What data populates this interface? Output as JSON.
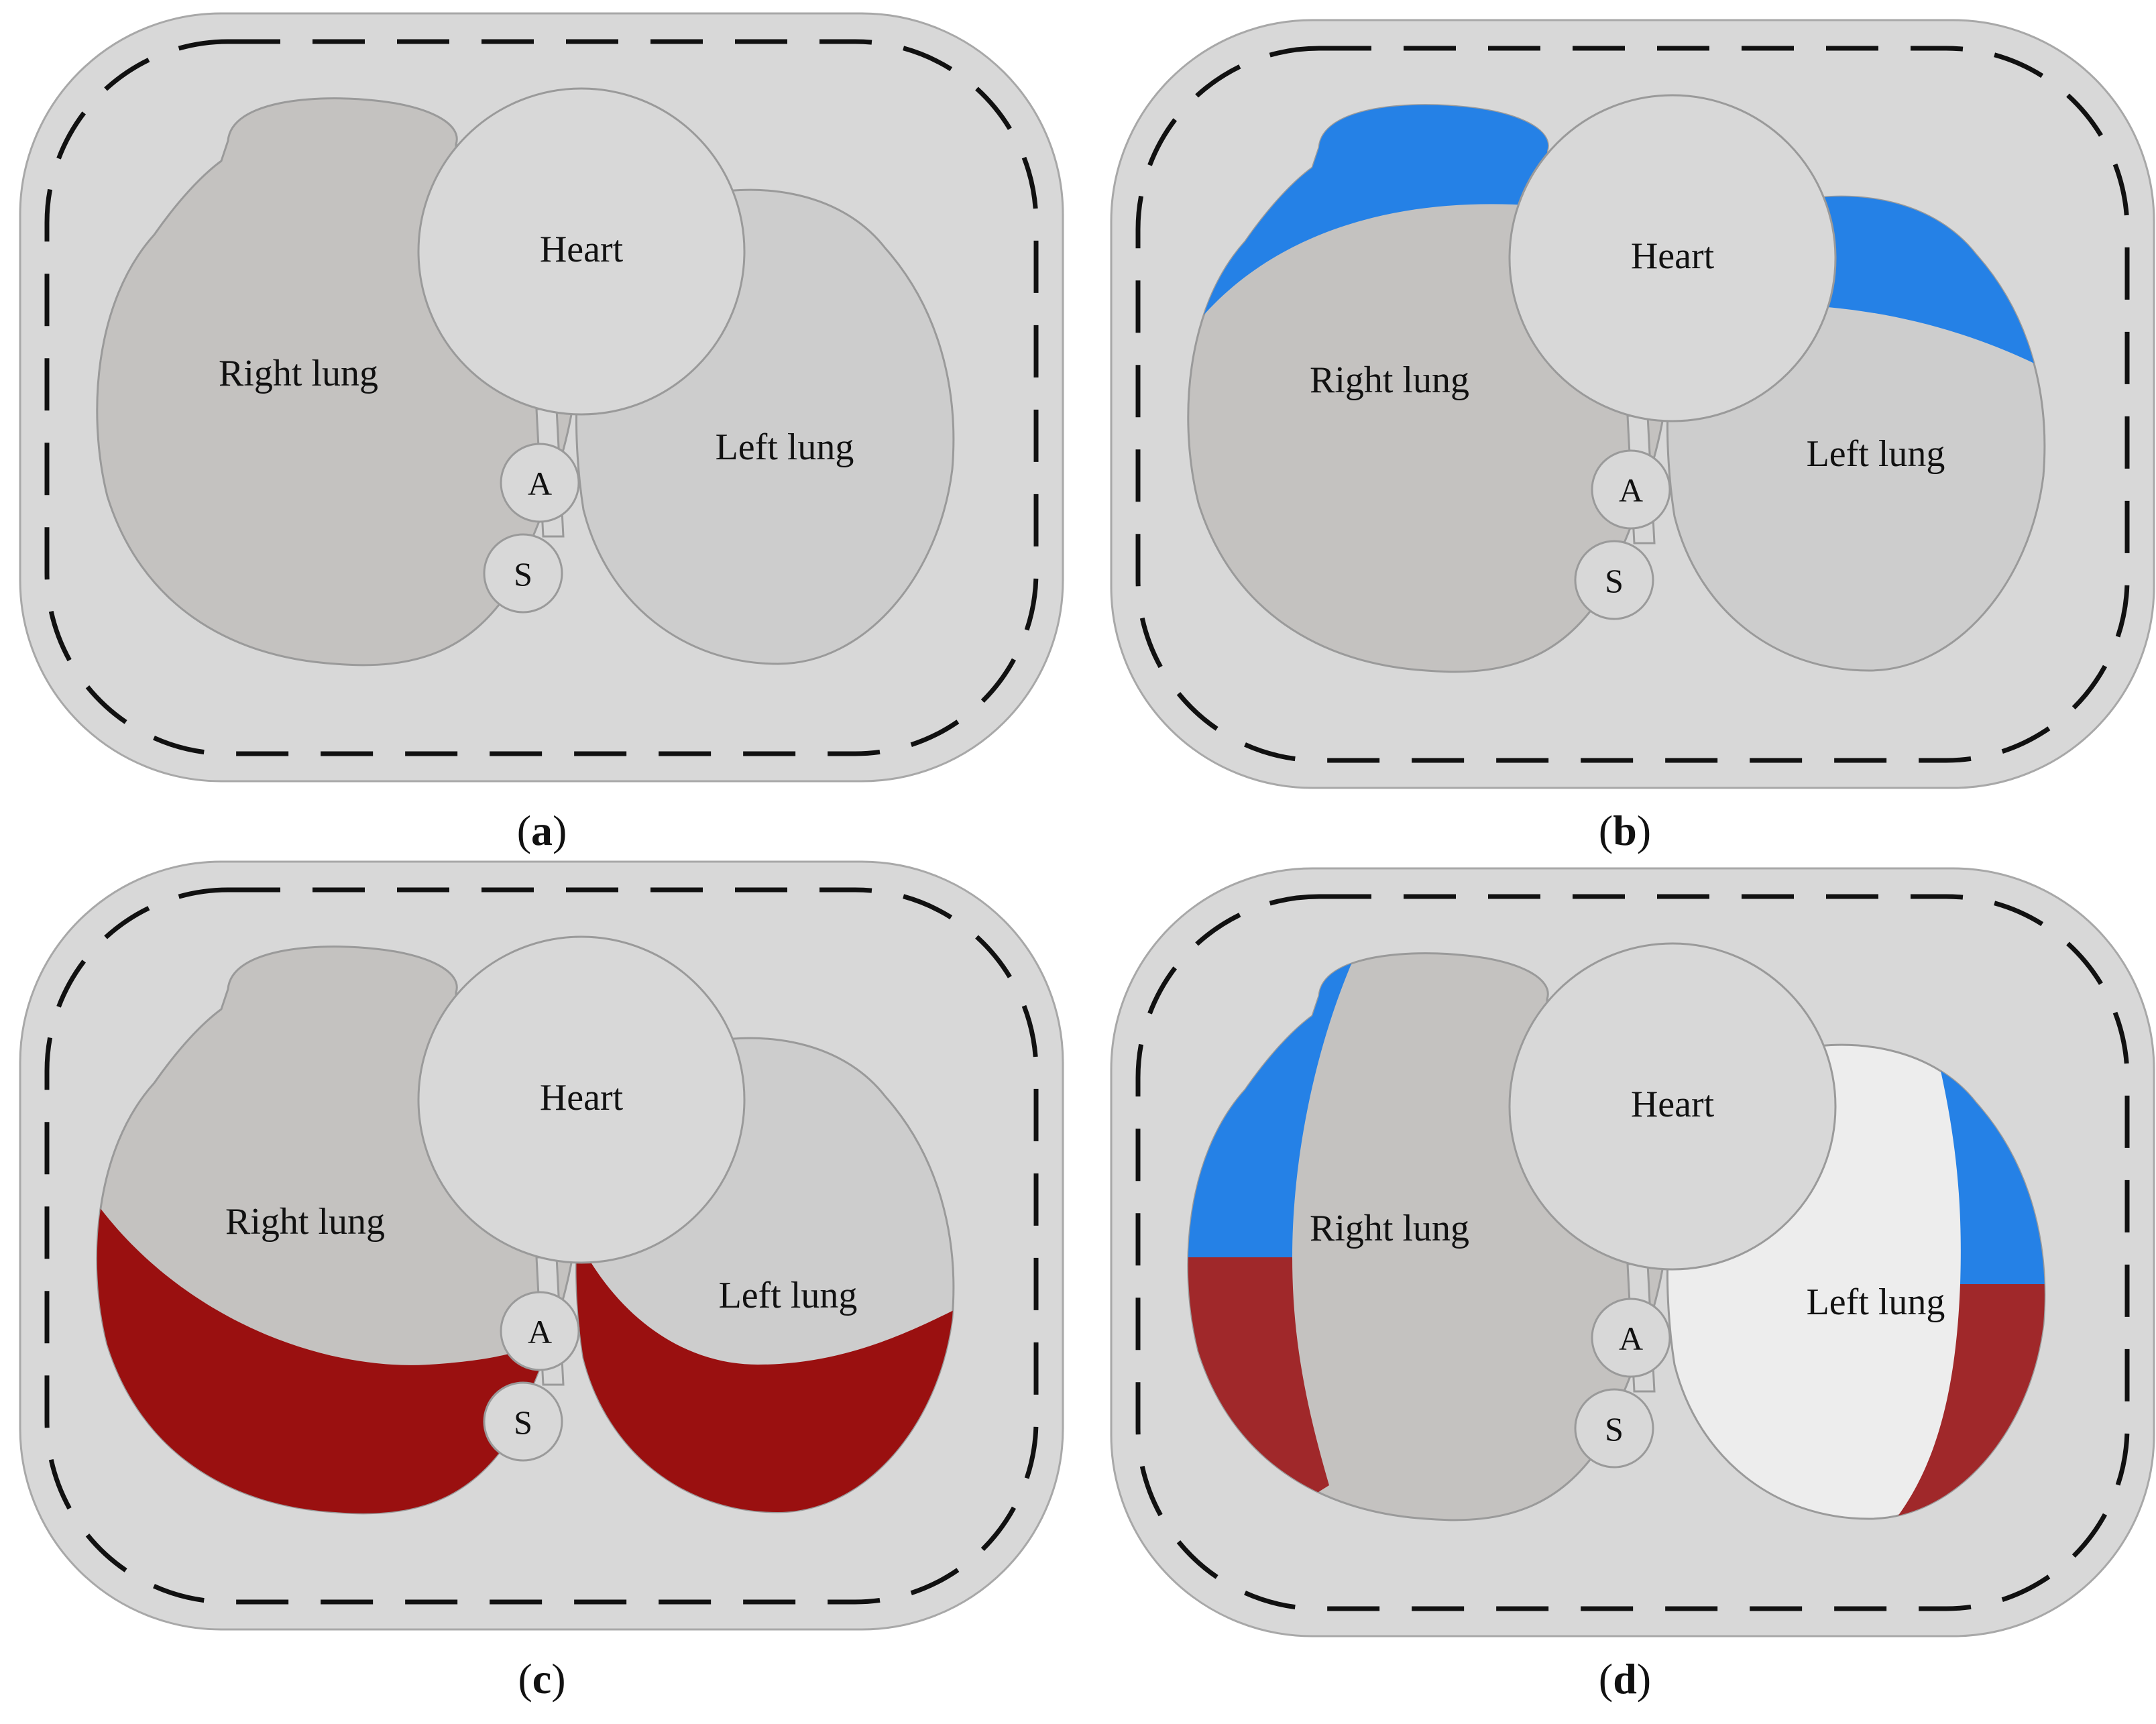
{
  "labels": {
    "heart": "Heart",
    "right_lung": "Right lung",
    "left_lung": "Left lung",
    "aorta": "A",
    "spine": "S"
  },
  "panels": [
    {
      "id": "a",
      "letter": "a"
    },
    {
      "id": "b",
      "letter": "b"
    },
    {
      "id": "c",
      "letter": "c"
    },
    {
      "id": "d",
      "letter": "d"
    }
  ],
  "colors": {
    "air": "#2581e6",
    "fluid_c": "#9a1010",
    "fluid_d": "#a0282a",
    "torso": "#d8d8d8",
    "lung": "#c4c2c0"
  }
}
